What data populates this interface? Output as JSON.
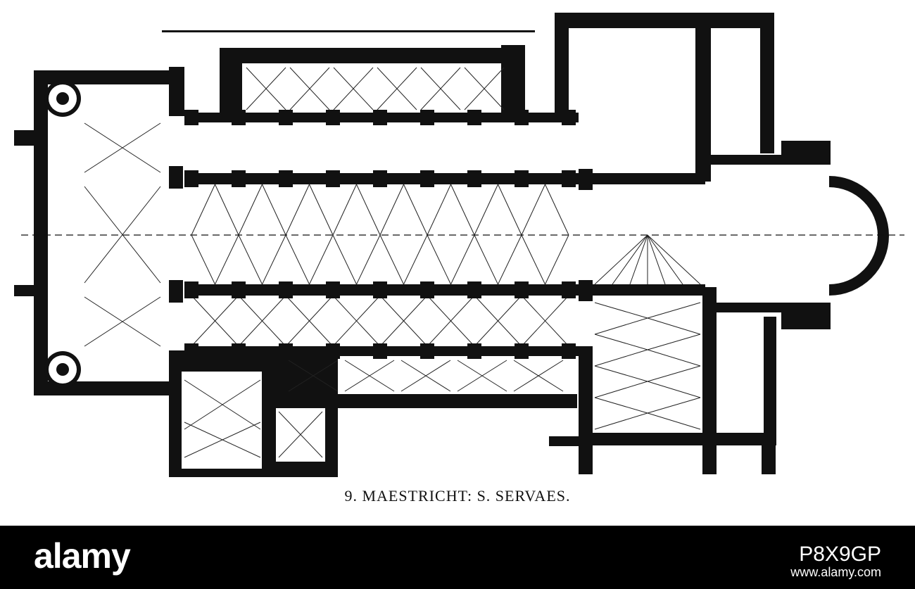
{
  "caption": "9. MAESTRICHT: S. SERVAES.",
  "watermark": {
    "brand": "alamy",
    "stock_code": "P8X9GP",
    "site_url": "www.alamy.com"
  },
  "colors": {
    "ink": "#111111",
    "paper": "#ffffff",
    "bar": "#000000"
  }
}
